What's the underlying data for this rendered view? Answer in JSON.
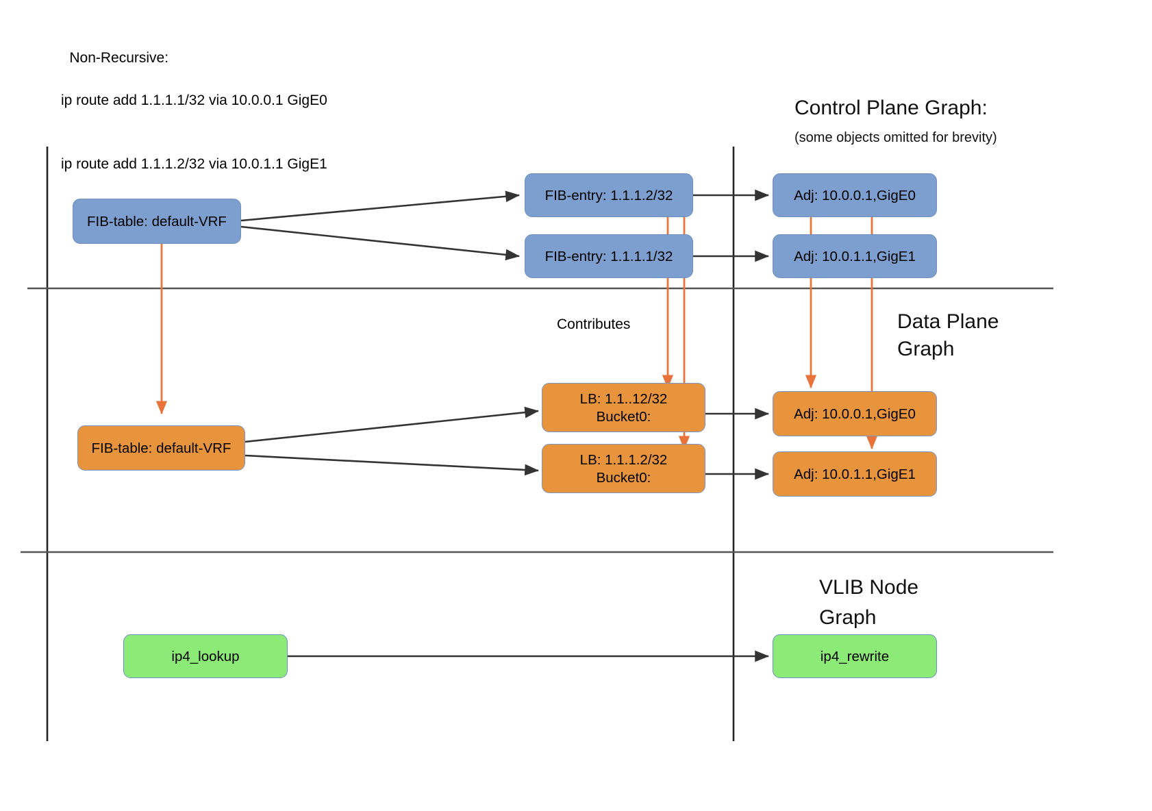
{
  "header": {
    "title": "Non-Recursive:",
    "route_lines": [
      "ip route add 1.1.1.1/32 via 10.0.0.1 GigE0",
      "ip route add 1.1.1.2/32 via 10.0.1.1 GigE1"
    ]
  },
  "labels": {
    "control_plane_title": "Control Plane Graph:",
    "control_plane_subtitle": "(some objects omitted for brevity)",
    "data_plane_title_line1": "Data Plane",
    "data_plane_title_line2": "Graph",
    "vlib_title_line1": "VLIB Node",
    "vlib_title_line2": "Graph",
    "contributes": "Contributes"
  },
  "control_plane": {
    "fib_table": "FIB-table: default-VRF",
    "fib_entries": [
      "FIB-entry: 1.1.1.2/32",
      "FIB-entry: 1.1.1.1/32"
    ],
    "adjacencies": [
      "Adj: 10.0.0.1,GigE0",
      "Adj: 10.0.1.1,GigE1"
    ]
  },
  "data_plane": {
    "fib_table": "FIB-table: default-VRF",
    "load_balancers": [
      {
        "title": "LB: 1.1..12/32",
        "bucket": "Bucket0:"
      },
      {
        "title": "LB: 1.1.1.2/32",
        "bucket": "Bucket0:"
      }
    ],
    "adjacencies": [
      "Adj: 10.0.0.1,GigE0",
      "Adj: 10.0.1.1,GigE1"
    ]
  },
  "vlib": {
    "nodes": [
      "ip4_lookup",
      "ip4_rewrite"
    ]
  },
  "colors": {
    "control_plane_fill": "#7d9fcf",
    "data_plane_fill": "#e8943c",
    "vlib_fill": "#8ceb77",
    "contributes_arrow": "#e8743c",
    "edge": "#3a3a3a",
    "divider": "#555555"
  }
}
